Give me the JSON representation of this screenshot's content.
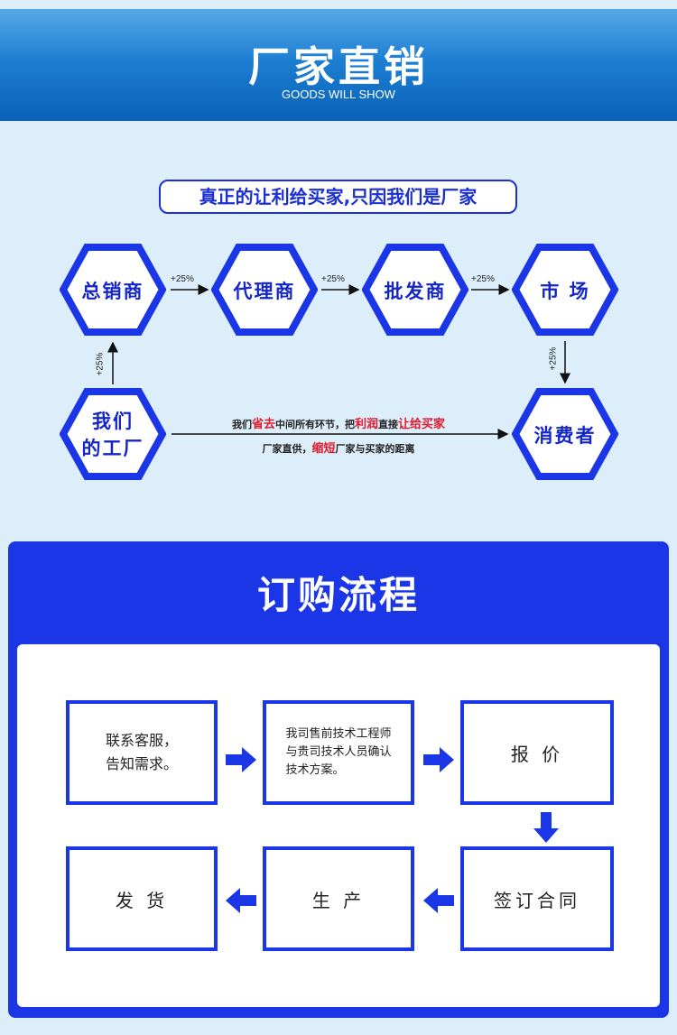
{
  "banner": {
    "title": "厂家直销",
    "subtitle": "GOODS WILL SHOW"
  },
  "slogan": "真正的让利给买家,只因我们是厂家",
  "chain": {
    "nodes": [
      {
        "id": "general",
        "label": "总销商"
      },
      {
        "id": "agent",
        "label": "代理商"
      },
      {
        "id": "wholesaler",
        "label": "批发商"
      },
      {
        "id": "market",
        "label": "市 场"
      },
      {
        "id": "factory",
        "label_line1": "我们",
        "label_line2": "的工厂"
      },
      {
        "id": "consumer",
        "label": "消费者"
      }
    ],
    "markup_labels": [
      "+25%",
      "+25%",
      "+25%",
      "+25%",
      "+25%"
    ],
    "direct_line1": {
      "part1": "我们",
      "part2": "省去",
      "part3": "中间所有环节，把",
      "part4": "利润",
      "part5": "直接",
      "part6": "让给买家"
    },
    "direct_line2": {
      "part1": "厂家直供，",
      "part2": "缩短",
      "part3": "厂家与买家的距离"
    }
  },
  "process": {
    "title": "订购流程",
    "steps": [
      {
        "line1": "联系客服，",
        "line2": "告知需求。"
      },
      {
        "line1": "我司售前技术工程师",
        "line2": "与贵司技术人员确认",
        "line3": "技术方案。"
      },
      {
        "label": "报 价"
      },
      {
        "label": "签订合同"
      },
      {
        "label": "生 产"
      },
      {
        "label": "发 货"
      }
    ]
  },
  "colors": {
    "brand_blue": "#1a36e6",
    "hex_blue": "#1526c8",
    "highlight_red": "#e1192c",
    "background": "#dceefa"
  }
}
